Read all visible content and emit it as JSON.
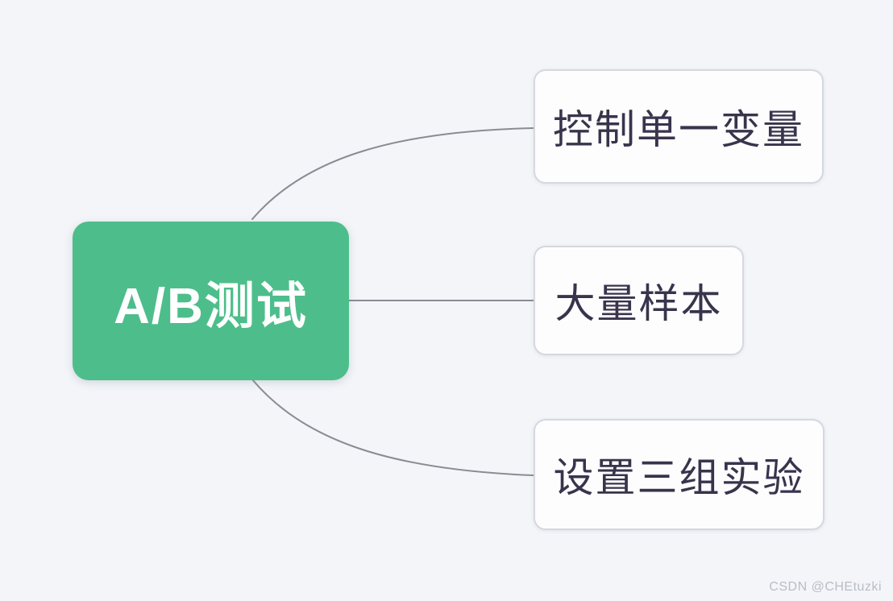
{
  "canvas": {
    "background_color": "#f3f5f8"
  },
  "root": {
    "label": "A/B测试",
    "fill_color": "#4dbe8b",
    "text_color": "#ffffff"
  },
  "branches": [
    {
      "label": "控制单一变量"
    },
    {
      "label": "大量样本"
    },
    {
      "label": "设置三组实验"
    }
  ],
  "connectors": {
    "stroke_color": "#8b8b94"
  },
  "watermark": {
    "text": "CSDN @CHEtuzki",
    "color": "#b8bdc7"
  }
}
